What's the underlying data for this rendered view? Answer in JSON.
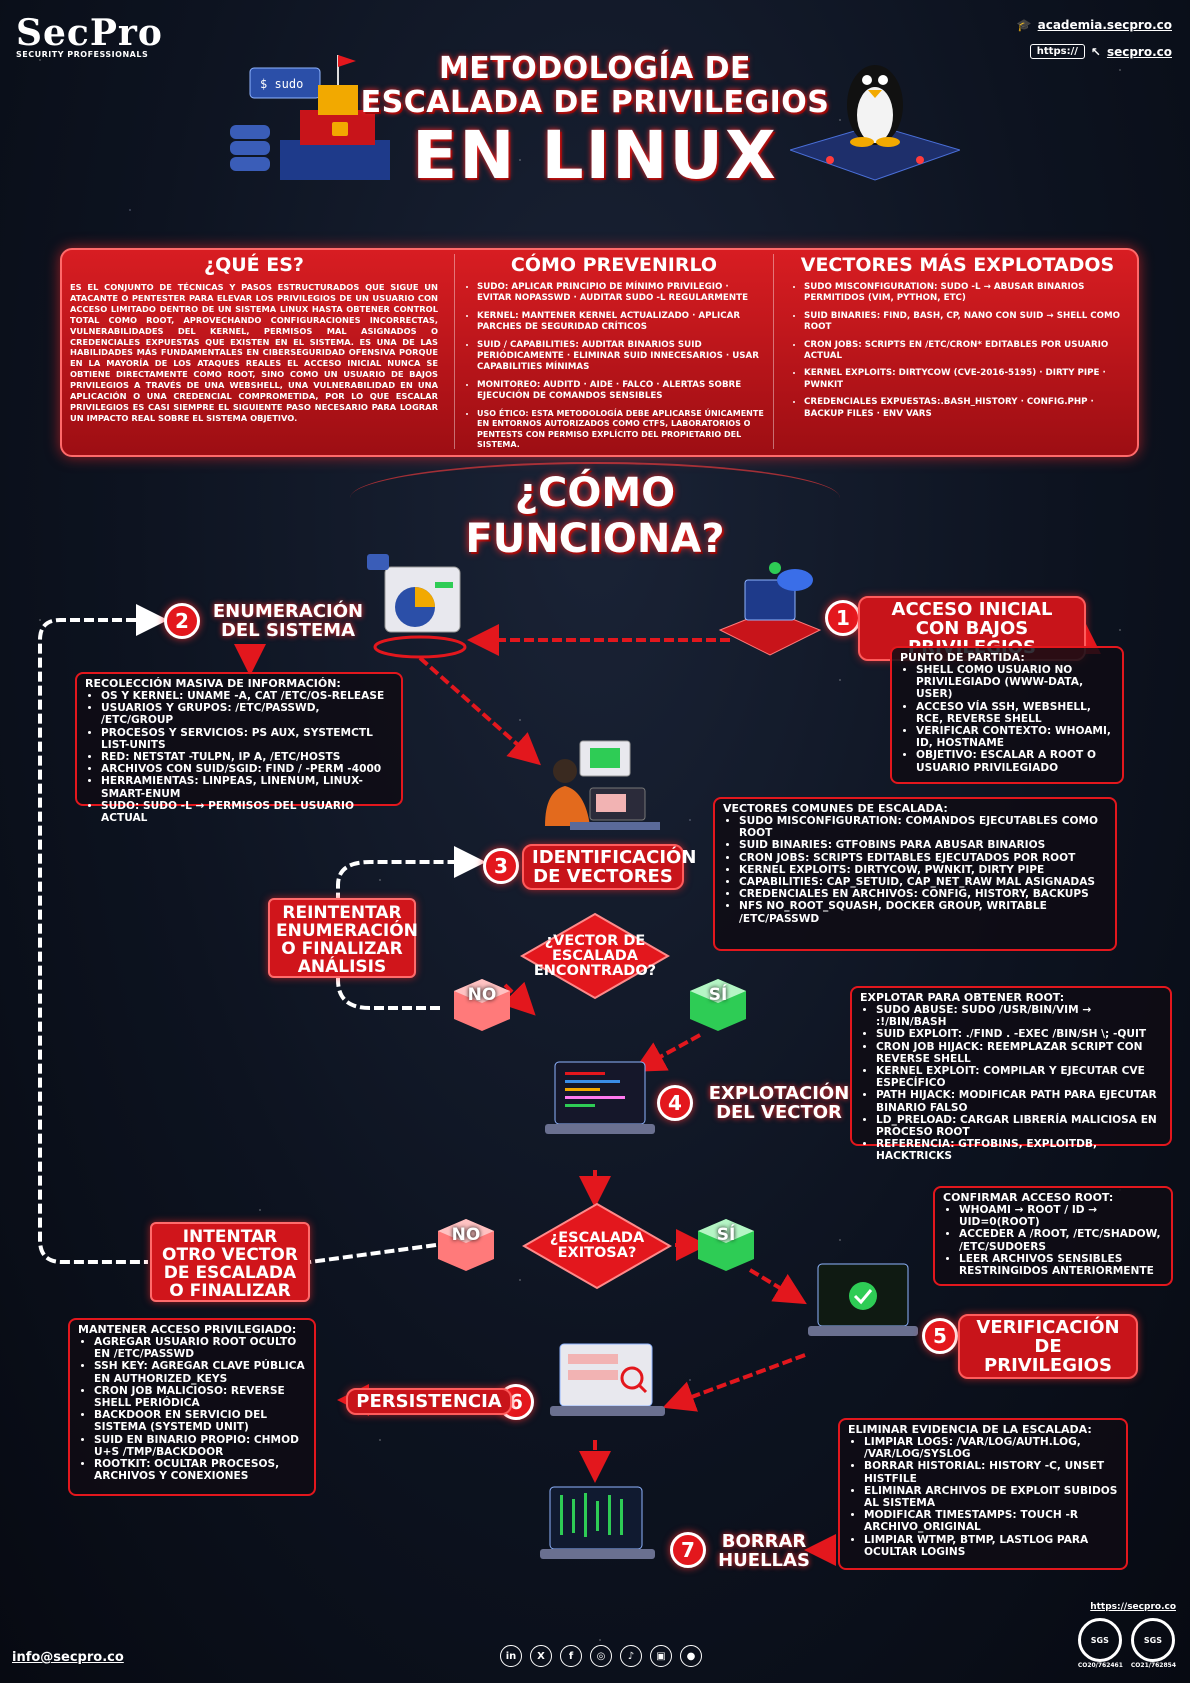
{
  "brand": {
    "name": "SecPro",
    "tagline": "SECURITY PROFESSIONALS"
  },
  "links": {
    "academy": "academia.secpro.co",
    "url_box": "https://",
    "site": "secpro.co"
  },
  "title": {
    "line1": "METODOLOGÍA DE",
    "line2": "ESCALADA DE PRIVILEGIOS",
    "line3": "EN LINUX"
  },
  "intro": {
    "what_title": "¿QUÉ ES?",
    "what_text": "Es el conjunto de técnicas y pasos estructurados que sigue un atacante o pentester para elevar los privilegios de un usuario con acceso limitado dentro de un sistema Linux hasta obtener control total como root, aprovechando configuraciones incorrectas, vulnerabilidades del kernel, permisos mal asignados o credenciales expuestas que existen en el sistema. Es una de las habilidades más fundamentales en ciberseguridad ofensiva porque en la mayoría de los ataques reales el acceso inicial nunca se obtiene directamente como root, sino como un usuario de bajos privilegios a través de una webshell, una vulnerabilidad en una aplicación o una credencial comprometida, por lo que escalar privilegios es casi siempre el siguiente paso necesario para lograr un impacto real sobre el sistema objetivo.",
    "prevent_title": "CÓMO PREVENIRLO",
    "prevent_items": [
      "SUDO: APLICAR PRINCIPIO DE MÍNIMO PRIVILEGIO · EVITAR NOPASSWD · AUDITAR SUDO -L REGULARMENTE",
      "KERNEL: MANTENER KERNEL ACTUALIZADO · APLICAR PARCHES DE SEGURIDAD CRÍTICOS",
      "SUID / CAPABILITIES: AUDITAR BINARIOS SUID PERIÓDICAMENTE · ELIMINAR SUID INNECESARIOS · USAR CAPABILITIES MÍNIMAS",
      "MONITOREO: AUDITD · AIDE · FALCO · ALERTAS SOBRE EJECUCIÓN DE COMANDOS SENSIBLES",
      "USO ÉTICO: ESTA METODOLOGÍA DEBE APLICARSE ÚNICAMENTE EN ENTORNOS AUTORIZADOS COMO CTFS, LABORATORIOS O PENTESTS CON PERMISO EXPLÍCITO DEL PROPIETARIO DEL SISTEMA."
    ],
    "vectors_title": "VECTORES MÁS EXPLOTADOS",
    "vectors_items": [
      "SUDO MISCONFIGURATION: SUDO -L → ABUSAR BINARIOS PERMITIDOS (VIM, PYTHON, ETC)",
      "SUID BINARIES: FIND, BASH, CP, NANO CON SUID → SHELL COMO ROOT",
      "CRON JOBS: SCRIPTS EN /ETC/CRON* EDITABLES POR USUARIO ACTUAL",
      "KERNEL EXPLOITS: DIRTYCOW (CVE-2016-5195) · DIRTY PIPE · PWNKIT",
      "CREDENCIALES EXPUESTAS:.BASH_HISTORY · CONFIG.PHP · BACKUP FILES · ENV VARS"
    ]
  },
  "how_title": "¿CÓMO FUNCIONA?",
  "steps": [
    {
      "num": "1",
      "title": "ACCESO INICIAL CON BAJOS PRIVILEGIOS",
      "info_title": "PUNTO DE PARTIDA:",
      "items": [
        "SHELL COMO USUARIO NO PRIVILEGIADO (WWW-DATA, USER)",
        "ACCESO VÍA SSH, WEBSHELL, RCE, REVERSE SHELL",
        "VERIFICAR CONTEXTO: WHOAMI, ID, HOSTNAME",
        "OBJETIVO: ESCALAR A ROOT O USUARIO PRIVILEGIADO"
      ]
    },
    {
      "num": "2",
      "title": "ENUMERACIÓN DEL SISTEMA",
      "info_title": "RECOLECCIÓN MASIVA DE INFORMACIÓN:",
      "items": [
        "OS Y KERNEL: UNAME -A, CAT /ETC/OS-RELEASE",
        "USUARIOS Y GRUPOS: /ETC/PASSWD, /ETC/GROUP",
        "PROCESOS Y SERVICIOS: PS AUX, SYSTEMCTL LIST-UNITS",
        "RED: NETSTAT -TULPN, IP A, /ETC/HOSTS",
        "ARCHIVOS CON SUID/SGID: FIND / -PERM -4000",
        "HERRAMIENTAS: LINPEAS, LINENUM, LINUX-SMART-ENUM",
        "SUDO: SUDO -L → PERMISOS DEL USUARIO ACTUAL"
      ]
    },
    {
      "num": "3",
      "title": "IDENTIFICACIÓN DE VECTORES",
      "info_title": "VECTORES COMUNES DE ESCALADA:",
      "items": [
        "SUDO MISCONFIGURATION: COMANDOS EJECUTABLES COMO ROOT",
        "SUID BINARIES: GTFOBINS PARA ABUSAR BINARIOS",
        "CRON JOBS: SCRIPTS EDITABLES EJECUTADOS POR ROOT",
        "KERNEL EXPLOITS: DIRTYCOW, PWNKIT, DIRTY PIPE",
        "CAPABILITIES: CAP_SETUID, CAP_NET_RAW MAL ASIGNADAS",
        "CREDENCIALES EN ARCHIVOS: CONFIG, HISTORY, BACKUPS",
        "NFS NO_ROOT_SQUASH, DOCKER GROUP, WRITABLE /ETC/PASSWD"
      ]
    },
    {
      "num": "4",
      "title": "EXPLOTACIÓN DEL VECTOR",
      "info_title": "EXPLOTAR PARA OBTENER ROOT:",
      "items": [
        "SUDO ABUSE: SUDO /USR/BIN/VIM → :!/BIN/BASH",
        "SUID EXPLOIT: ./FIND . -EXEC /BIN/SH \\; -QUIT",
        "CRON JOB HIJACK: REEMPLAZAR SCRIPT CON REVERSE SHELL",
        "KERNEL EXPLOIT: COMPILAR Y EJECUTAR CVE ESPECÍFICO",
        "PATH HIJACK: MODIFICAR PATH PARA EJECUTAR BINARIO FALSO",
        "LD_PRELOAD: CARGAR LIBRERÍA MALICIOSA EN PROCESO ROOT",
        "REFERENCIA: GTFOBINS, EXPLOITDB, HACKTRICKS"
      ]
    },
    {
      "num": "5",
      "title": "VERIFICACIÓN DE PRIVILEGIOS",
      "info_title": "CONFIRMAR ACCESO ROOT:",
      "items": [
        "WHOAMI → ROOT / ID → UID=0(ROOT)",
        "ACCEDER A /ROOT, /ETC/SHADOW, /ETC/SUDOERS",
        "LEER ARCHIVOS SENSIBLES RESTRINGIDOS ANTERIORMENTE"
      ]
    },
    {
      "num": "6",
      "title": "PERSISTENCIA",
      "info_title": "MANTENER ACCESO PRIVILEGIADO:",
      "items": [
        "AGREGAR USUARIO ROOT OCULTO EN /ETC/PASSWD",
        "SSH KEY: AGREGAR CLAVE PÚBLICA EN AUTHORIZED_KEYS",
        "CRON JOB MALICIOSO: REVERSE SHELL PERIÓDICA",
        "BACKDOOR EN SERVICIO DEL SISTEMA (SYSTEMD UNIT)",
        "SUID EN BINARIO PROPIO: CHMOD U+S /TMP/BACKDOOR",
        "ROOTKIT: OCULTAR PROCESOS, ARCHIVOS Y CONEXIONES"
      ]
    },
    {
      "num": "7",
      "title": "BORRAR HUELLAS",
      "info_title": "ELIMINAR EVIDENCIA DE LA ESCALADA:",
      "items": [
        "LIMPIAR LOGS: /VAR/LOG/AUTH.LOG, /VAR/LOG/SYSLOG",
        "BORRAR HISTORIAL: HISTORY -C, UNSET HISTFILE",
        "ELIMINAR ARCHIVOS DE EXPLOIT SUBIDOS AL SISTEMA",
        "MODIFICAR TIMESTAMPS: TOUCH -R ARCHIVO_ORIGINAL",
        "LIMPIAR WTMP, BTMP, LASTLOG PARA OCULTAR LOGINS"
      ]
    }
  ],
  "decisions": {
    "d1": "¿VECTOR DE ESCALADA ENCONTRADO?",
    "d2": "¿ESCALADA EXITOSA?",
    "yes": "SÍ",
    "no": "NO",
    "retry": "REINTENTAR ENUMERACIÓN O FINALIZAR ANÁLISIS",
    "other": "INTENTAR OTRO VECTOR DE ESCALADA O FINALIZAR"
  },
  "footer": {
    "email": "info@secpro.co",
    "site": "https://secpro.co",
    "cert1": "CO20/762461",
    "cert2": "CO21/762854",
    "social": [
      "in",
      "X",
      "f",
      "◎",
      "♪",
      "▣",
      "●"
    ]
  },
  "colors": {
    "red": "#e3171d",
    "green": "#2ecc55",
    "bg": "#0d1320"
  }
}
